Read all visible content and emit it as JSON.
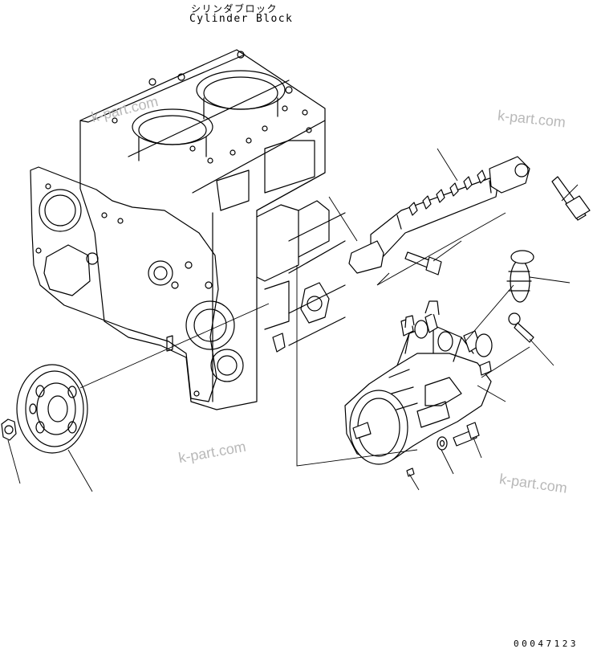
{
  "title": {
    "japanese": "シリンダブロック",
    "english": "Cylinder Block"
  },
  "drawing_number": "00047123",
  "watermarks": [
    "k-part.com",
    "k-part.com",
    "k-part.com",
    "k-part.com"
  ],
  "colors": {
    "line": "#000000",
    "background": "#ffffff",
    "watermark": "#b8b8b8"
  },
  "parts": [
    "cylinder-block",
    "front-gear-cover",
    "pump-gear",
    "nut",
    "injection-pump",
    "fuel-rail",
    "pressure-sensor",
    "rail-bolt",
    "pump-cover",
    "banjo-fitting",
    "pump-bolt",
    "washer",
    "key"
  ]
}
